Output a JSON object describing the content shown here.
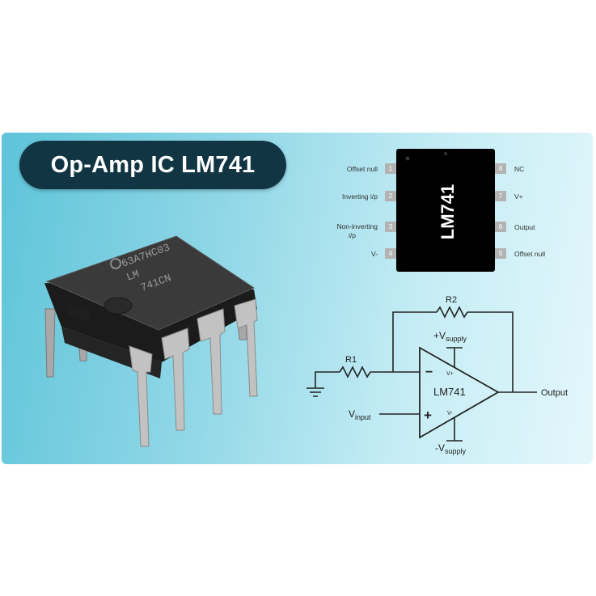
{
  "title": "Op-Amp IC LM741",
  "chip_photo": {
    "marking_line1": "63A7HC03",
    "marking_line2": "LM",
    "marking_line3": "741CN"
  },
  "pinout": {
    "chip_label": "LM741",
    "left_pins": [
      {
        "number": "1",
        "label": "Offset null"
      },
      {
        "number": "2",
        "label": "Inverting i/p"
      },
      {
        "number": "3",
        "label_line1": "Non-inverting",
        "label_line2": "i/p"
      },
      {
        "number": "4",
        "label": "V-"
      }
    ],
    "right_pins": [
      {
        "number": "8",
        "label": "NC"
      },
      {
        "number": "7",
        "label": "V+"
      },
      {
        "number": "6",
        "label": "Output"
      },
      {
        "number": "5",
        "label": "Offset null"
      }
    ]
  },
  "circuit": {
    "r2_label": "R2",
    "r1_label": "R1",
    "opamp_label": "LM741",
    "minus_sign": "−",
    "plus_sign": "+",
    "vplus_pin": "V+",
    "vminus_pin": "V-",
    "vsupply_pos_prefix": "+V",
    "vsupply_neg_prefix": "-V",
    "supply_sub": "supply",
    "vinput_prefix": "V",
    "vinput_sub": "input",
    "output_label": "Output"
  }
}
